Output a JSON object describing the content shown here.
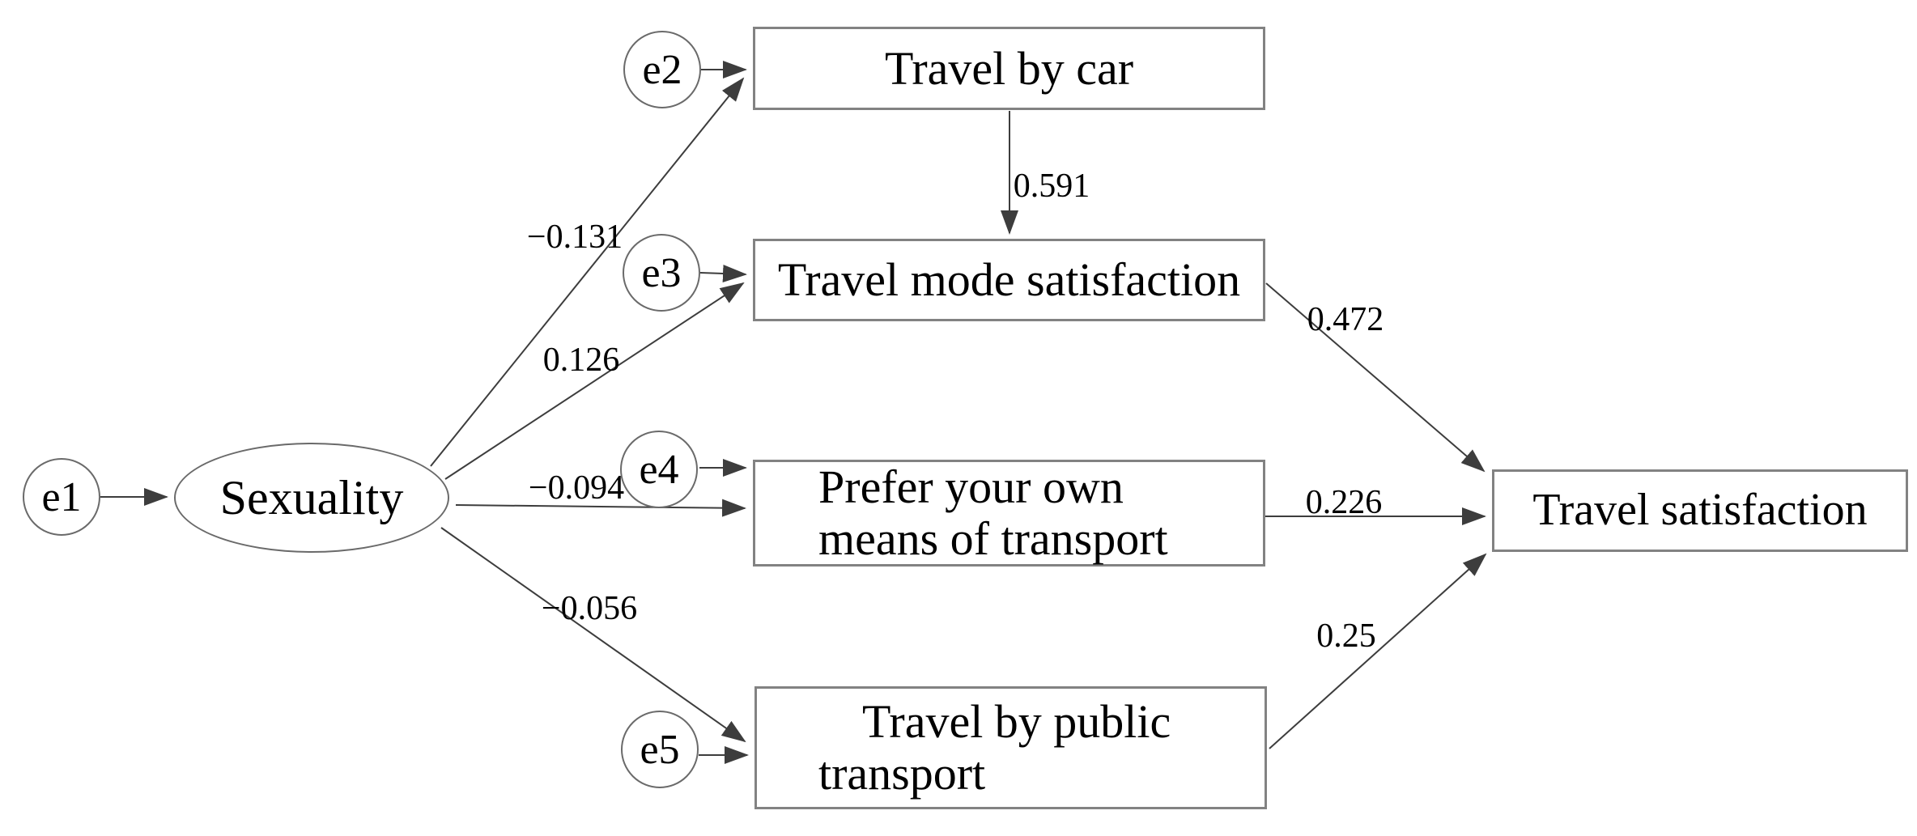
{
  "diagram": {
    "type": "structural-equation-path-model",
    "colors": {
      "background": "#ffffff",
      "line": "#3d3d3d",
      "box_border": "#828282",
      "circle_border": "#6a6a6a",
      "text": "#000000"
    },
    "nodes": {
      "e1": {
        "label": "e1"
      },
      "e2": {
        "label": "e2"
      },
      "e3": {
        "label": "e3"
      },
      "e4": {
        "label": "e4"
      },
      "e5": {
        "label": "e5"
      },
      "sexuality": {
        "label": "Sexuality"
      },
      "travel_by_car": {
        "label": "Travel by car"
      },
      "travel_mode_satisfaction": {
        "label": "Travel mode satisfaction"
      },
      "prefer_own_transport": {
        "lines": [
          "Prefer your own",
          "means of transport"
        ]
      },
      "travel_by_public_transport": {
        "lines": [
          "Travel by public",
          "transport"
        ]
      },
      "travel_satisfaction": {
        "label": "Travel satisfaction"
      }
    },
    "paths": {
      "sexuality_to_travel_by_car": "−0.131",
      "sexuality_to_travel_mode_satisfaction": "0.126",
      "sexuality_to_prefer_own_transport": "−0.094",
      "sexuality_to_travel_by_public_transport": "−0.056",
      "travel_by_car_to_travel_mode_satisfaction": "0.591",
      "travel_mode_satisfaction_to_travel_satisfaction": "0.472",
      "prefer_own_transport_to_travel_satisfaction": "0.226",
      "travel_by_public_transport_to_travel_satisfaction": "0.25"
    }
  }
}
